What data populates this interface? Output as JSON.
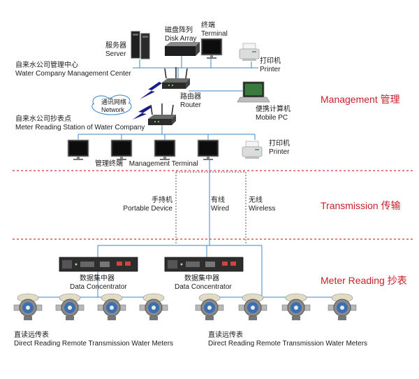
{
  "nodes": {
    "server": {
      "zh": "服务器",
      "en": "Server"
    },
    "disk_array": {
      "zh": "磁盘阵列",
      "en": "Disk Array"
    },
    "terminal": {
      "zh": "终端",
      "en": "Terminal"
    },
    "printer_top": {
      "zh": "打印机",
      "en": "Printer"
    },
    "management_center": {
      "zh": "自来水公司管理中心",
      "en": "Water Company Management Center"
    },
    "router": {
      "zh": "路由器",
      "en": "Router"
    },
    "mobile_pc": {
      "zh": "便携计算机",
      "en": "Mobile PC"
    },
    "network": {
      "zh": "通讯网络",
      "en": "Network"
    },
    "reading_station": {
      "zh": "自来水公司抄表点",
      "en": "Meter Reading Station of Water Company"
    },
    "printer_bottom": {
      "zh": "打印机",
      "en": "Printer"
    },
    "management_terminal": {
      "zh": "管理终端",
      "en": "Management Terminal"
    },
    "portable_device": {
      "zh": "手持机",
      "en": "Portable Device"
    },
    "wired": {
      "zh": "有线",
      "en": "Wired"
    },
    "wireless": {
      "zh": "无线",
      "en": "Wireless"
    },
    "concentrator_left": {
      "zh": "数据集中器",
      "en": "Data Concentrator"
    },
    "concentrator_right": {
      "zh": "数据集中器",
      "en": "Data Concentrator"
    },
    "meters_left": {
      "zh": "直读远传表",
      "en": "Direct Reading Remote Transmission Water Meters"
    },
    "meters_right": {
      "zh": "直读远传表",
      "en": "Direct Reading Remote Transmission Water Meters"
    }
  },
  "layers": {
    "management": "Management  管理",
    "transmission": "Transmission  传输",
    "meter_reading": "Meter Reading  抄表"
  },
  "colors": {
    "line": "#3a86c8",
    "divider": "#d0343a",
    "layer_text": "#c8202a"
  }
}
